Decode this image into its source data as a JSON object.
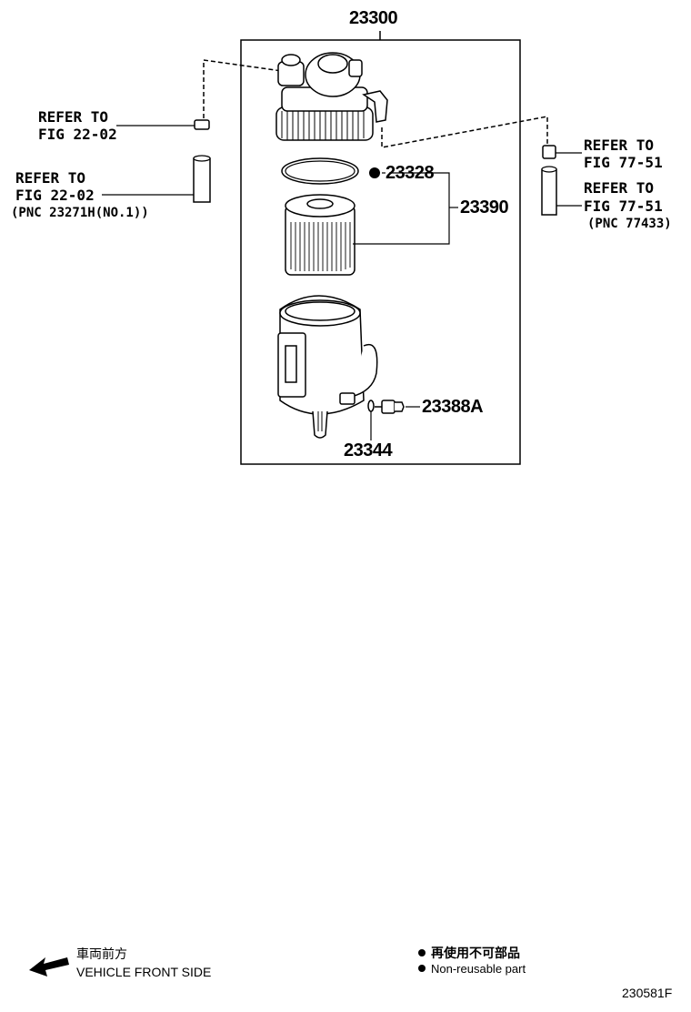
{
  "parts": {
    "assembly": "23300",
    "gasket": "23328",
    "element": "23390",
    "sensor": "23388A",
    "oring": "23344"
  },
  "references": {
    "left_upper": {
      "line1": "REFER TO",
      "line2": "FIG 22-02"
    },
    "left_lower": {
      "line1": "REFER TO",
      "line2": "FIG 22-02",
      "line3": "(PNC 23271H(NO.1))"
    },
    "right_upper": {
      "line1": "REFER TO",
      "line2": "FIG 77-51"
    },
    "right_lower": {
      "line1": "REFER TO",
      "line2": "FIG 77-51",
      "line3": "(PNC 77433)"
    }
  },
  "legend": {
    "front_jp": "車両前方",
    "front_en": "VEHICLE FRONT SIDE",
    "nonreuse_jp": "再使用不可部品",
    "nonreuse_en": "Non-reusable part"
  },
  "figure_id": "230581F"
}
